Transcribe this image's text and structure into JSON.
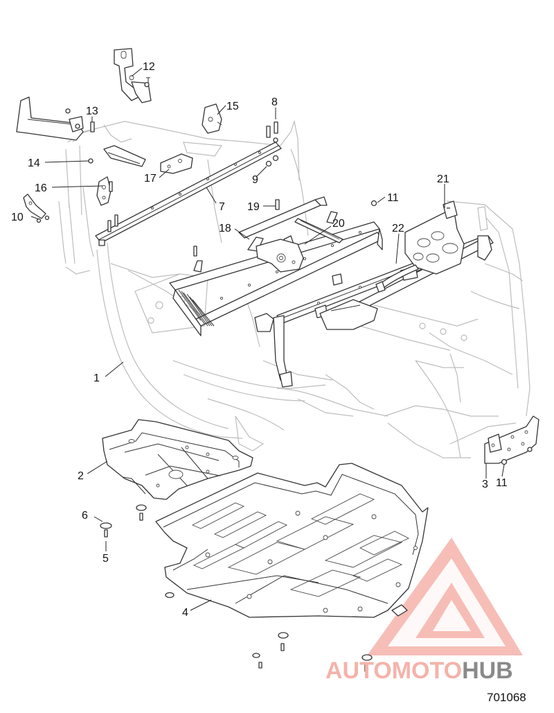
{
  "diagram_number": "701068",
  "watermark": {
    "brand_part1": "AUTOMOTO",
    "brand_part2": "HUB",
    "color_primary": "#f2a49a",
    "color_secondary": "#8a8a8a"
  },
  "callouts": {
    "c1": "1",
    "c2": "2",
    "c3": "3",
    "c4": "4",
    "c5": "5",
    "c6": "6",
    "c7": "7",
    "c8": "8",
    "c9": "9",
    "c10": "10",
    "c11a": "11",
    "c11b": "11",
    "c12": "12",
    "c13": "13",
    "c14": "14",
    "c15": "15",
    "c16": "16",
    "c17": "17",
    "c18": "18",
    "c19": "19",
    "c20": "20",
    "c21": "21",
    "c22": "22"
  }
}
